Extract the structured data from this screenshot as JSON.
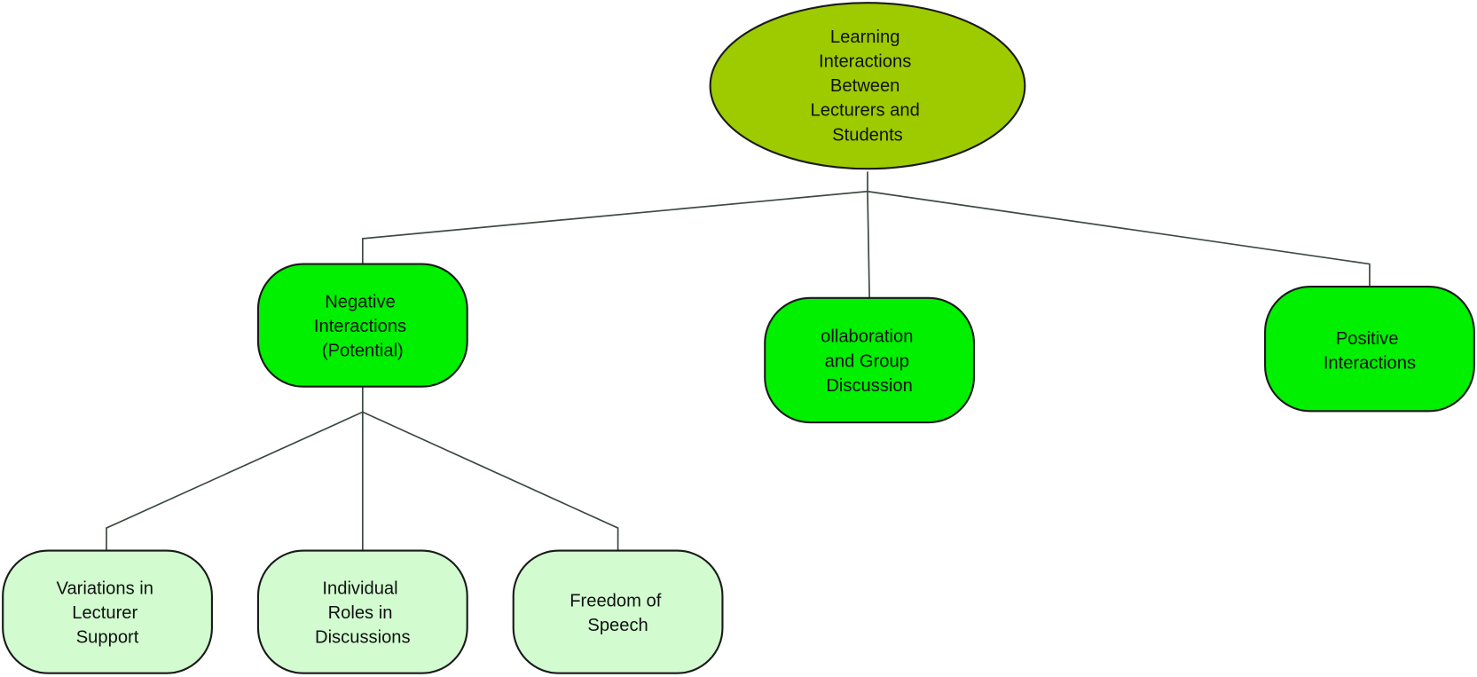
{
  "diagram": {
    "type": "hierarchy-tree",
    "colors": {
      "root_fill": "#9dcb00",
      "level1_fill": "#00f000",
      "level2_fill": "#d2fcd0",
      "stroke": "#1a1a1a",
      "edge": "#3c4a40"
    },
    "root": {
      "id": "root",
      "lines": [
        "Learning",
        "Interactions",
        "Between",
        "Lecturers and",
        "Students"
      ]
    },
    "level1": [
      {
        "id": "negative",
        "lines": [
          "Negative",
          "Interactions",
          "(Potential)"
        ]
      },
      {
        "id": "collaboration",
        "lines": [
          "ollaboration",
          "and Group",
          "Discussion"
        ]
      },
      {
        "id": "positive",
        "lines": [
          "Positive",
          "Interactions"
        ]
      }
    ],
    "level2": [
      {
        "id": "variations",
        "parent": "negative",
        "lines": [
          "Variations in",
          "Lecturer",
          "Support"
        ]
      },
      {
        "id": "roles",
        "parent": "negative",
        "lines": [
          "Individual",
          "Roles in",
          "Discussions"
        ]
      },
      {
        "id": "freedom",
        "parent": "negative",
        "lines": [
          "Freedom of",
          "Speech"
        ]
      }
    ]
  }
}
